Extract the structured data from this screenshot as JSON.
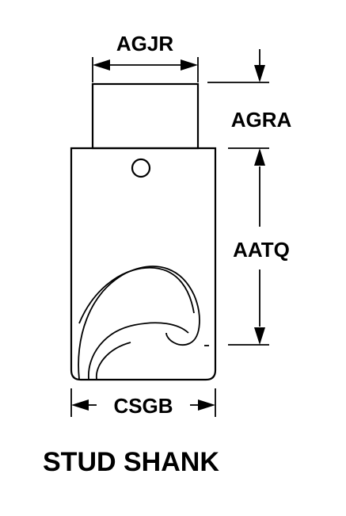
{
  "dimensions": {
    "top_width": "AGJR",
    "head_height": "AGRA",
    "body_height": "AATQ",
    "bottom_width": "CSGB"
  },
  "title": "STUD SHANK",
  "colors": {
    "ink": "#000000",
    "background": "#ffffff"
  }
}
